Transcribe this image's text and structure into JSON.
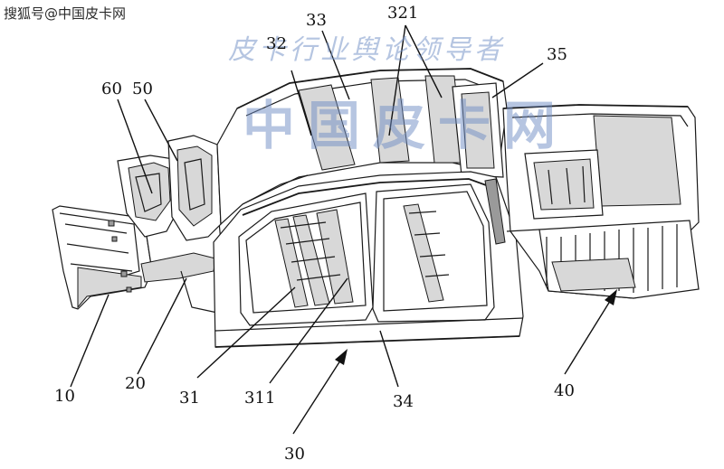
{
  "source_watermark": "搜狐号@中国皮卡网",
  "watermark_slogan": "皮卡行业舆论领导者",
  "watermark_brand": "中国皮卡网",
  "callouts": {
    "c10": "10",
    "c20": "20",
    "c30": "30",
    "c31": "31",
    "c311": "311",
    "c32": "32",
    "c321": "321",
    "c33": "33",
    "c34": "34",
    "c35": "35",
    "c40": "40",
    "c50": "50",
    "c60": "60"
  }
}
